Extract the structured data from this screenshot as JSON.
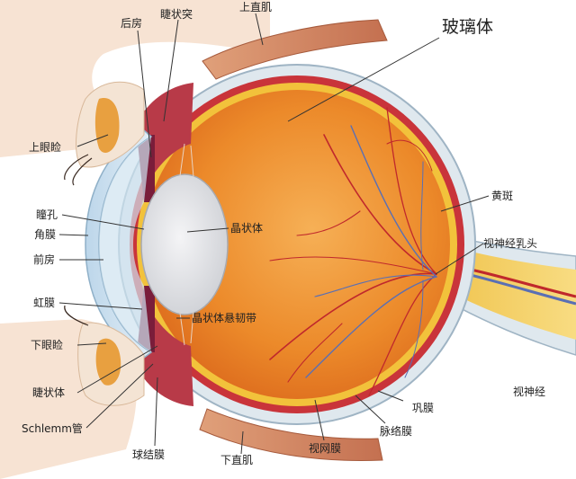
{
  "colors": {
    "vitreous": "#e8791e",
    "vitreous_center": "#f6b056",
    "sclera": "#dfe8ee",
    "choroid": "#c9343a",
    "retina": "#f2c23b",
    "nerve": "#f4cf5a",
    "vessel_red": "#c0282c",
    "vessel_blue": "#5a6fb4",
    "lens": "#e8e8ea",
    "iris": "#7a1d3a",
    "muscle": "#cf8a63",
    "skin": "#f6d9bf"
  },
  "labels": {
    "vitreous": "玻璃体",
    "posterior_chamber": "后房",
    "ciliary_process": "睫状突",
    "superior_rectus": "上直肌",
    "upper_eyelid": "上眼睑",
    "pupil": "瞳孔",
    "cornea": "角膜",
    "anterior_chamber": "前房",
    "iris": "虹膜",
    "lower_eyelid": "下眼睑",
    "ciliary_body": "睫状体",
    "schlemm_canal": "Schlemm管",
    "conjunctiva": "球结膜",
    "inferior_rectus": "下直肌",
    "retina": "视网膜",
    "choroid": "脉络膜",
    "sclera": "巩膜",
    "optic_nerve": "视神经",
    "optic_disc": "视神经乳头",
    "macula": "黄斑",
    "lens": "晶状体",
    "zonule": "晶状体悬韧带"
  }
}
